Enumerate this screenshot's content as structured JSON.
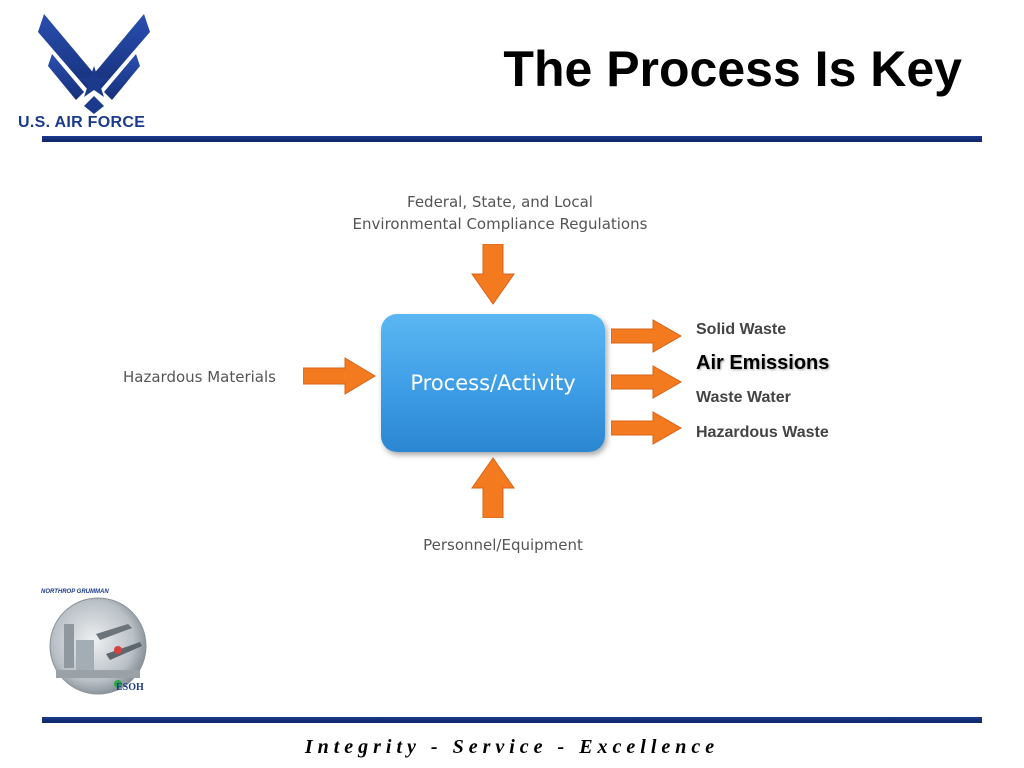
{
  "slide": {
    "title": "The Process Is Key",
    "logo_text": "U.S. AIR FORCE",
    "accent_color": "#1b3a8c",
    "footer": "Integrity - Service - Excellence"
  },
  "diagram": {
    "process": "Process/Activity",
    "process_color": "#3d9de6",
    "arrow_color": "#f47a20",
    "top_input": [
      "Federal, State, and Local",
      "Environmental Compliance Regulations"
    ],
    "left_input": "Hazardous Materials",
    "bottom_input": "Personnel/Equipment",
    "outputs": [
      {
        "label": "Solid Waste",
        "emphasis": false
      },
      {
        "label": "Air Emissions",
        "emphasis": true
      },
      {
        "label": "Waste Water",
        "emphasis": false
      },
      {
        "label": "Hazardous Waste",
        "emphasis": false
      }
    ]
  },
  "badge": {
    "top_text": "NORTHROP GRUMMAN",
    "bottom_text": "ESOH"
  }
}
